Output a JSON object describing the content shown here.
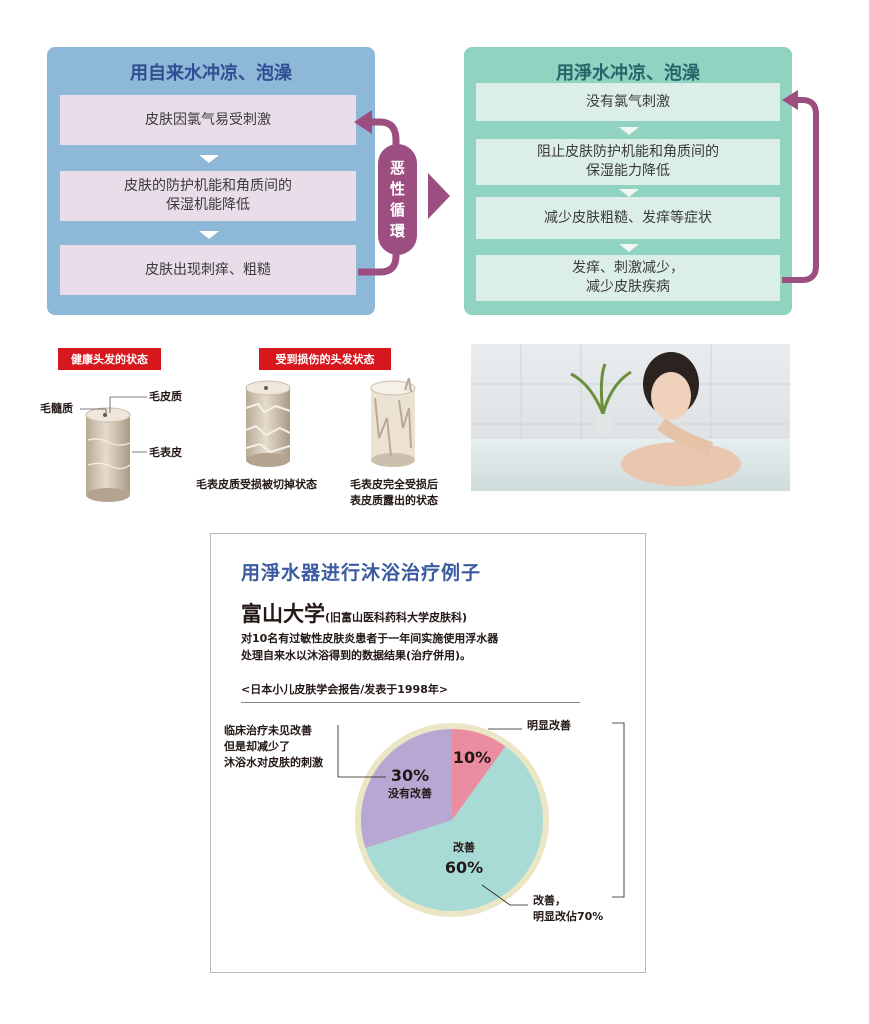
{
  "left_panel": {
    "title": "用自来水冲凉、泡澡",
    "steps": [
      "皮肤因氯气易受刺激",
      "皮肤的防护机能和角质间的\n保湿机能降低",
      "皮肤出现刺痒、粗糙"
    ]
  },
  "cycle_label": "恶性循環",
  "right_panel": {
    "title": "用淨水冲凉、泡澡",
    "steps": [
      "没有氯气刺激",
      "阻止皮肤防护机能和角质间的\n保湿能力降低",
      "减少皮肤粗糙、发痒等症状",
      "发痒、刺激减少，\n减少皮肤疾病"
    ]
  },
  "healthy_hair": {
    "tag": "健康头发的状态",
    "label_medulla": "毛髓质",
    "label_cortex": "毛皮质",
    "label_cuticle": "毛表皮"
  },
  "damaged_hair": {
    "tag": "受到损伤的头发状态",
    "caption_1": "毛表皮质受损被切掉状态",
    "caption_2": "毛表皮完全受损后\n表皮质露出的状态"
  },
  "case_study": {
    "title": "用淨水器进行沐浴治疗例子",
    "university": "富山大学",
    "university_note": "(旧富山医科药科大学皮肤科)",
    "description_1": "对10名有过敏性皮肤炎患者于一年间实施使用浮水器",
    "description_2": "处理自来水以沐浴得到的数据结果(治疗併用)。",
    "report": "<日本小儿皮肤学会报告/发表于1998年>"
  },
  "chart_data": {
    "type": "pie",
    "categories": [
      "明显改善",
      "改善",
      "没有改善"
    ],
    "values": [
      10,
      60,
      30
    ],
    "value_labels": [
      "10%",
      "60%",
      "30%"
    ],
    "colors": [
      "#eb8da0",
      "#a8dbd6",
      "#b6a8d3"
    ],
    "annotations": {
      "no_improve_note": "临床治疗未见改善\n但是却减少了\n沐浴水对皮肤的刺激",
      "clear_label": "明显改善",
      "total_note": "改善，\n明显改佔70%"
    }
  }
}
